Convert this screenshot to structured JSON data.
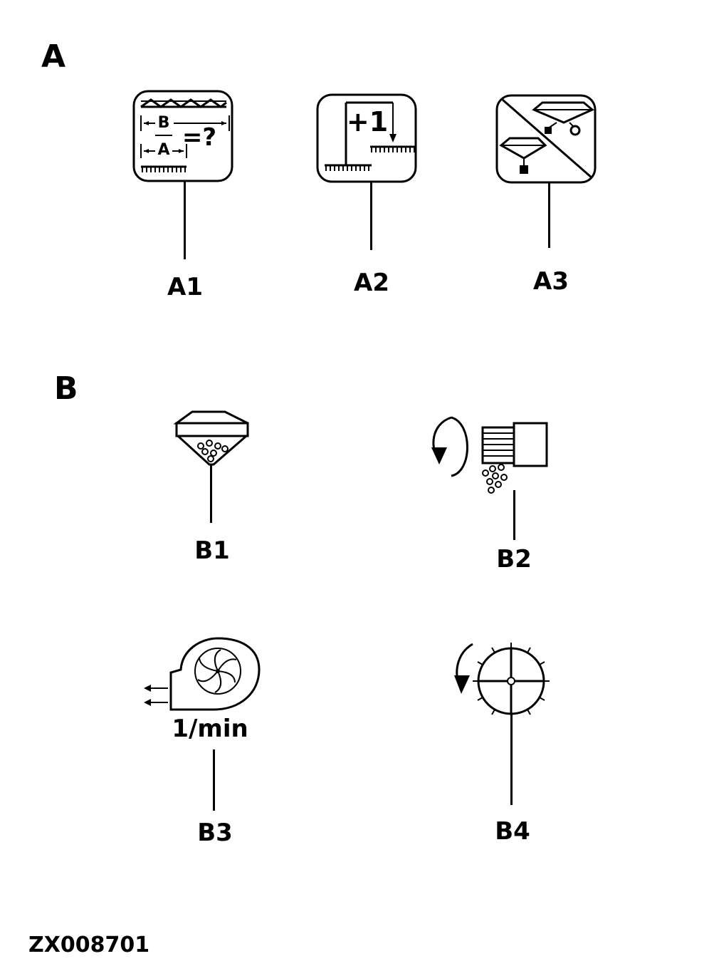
{
  "sections": {
    "a": {
      "label": "A"
    },
    "b": {
      "label": "B"
    }
  },
  "symbols": {
    "a1": {
      "callout": "A1",
      "text_b": "B",
      "text_a": "A",
      "text_eq": "=?"
    },
    "a2": {
      "callout": "A2",
      "text_plus1": "+1"
    },
    "a3": {
      "callout": "A3"
    },
    "b1": {
      "callout": "B1"
    },
    "b2": {
      "callout": "B2"
    },
    "b3": {
      "callout": "B3",
      "unit": "1/min"
    },
    "b4": {
      "callout": "B4"
    }
  },
  "figure_ref": "ZX008701"
}
